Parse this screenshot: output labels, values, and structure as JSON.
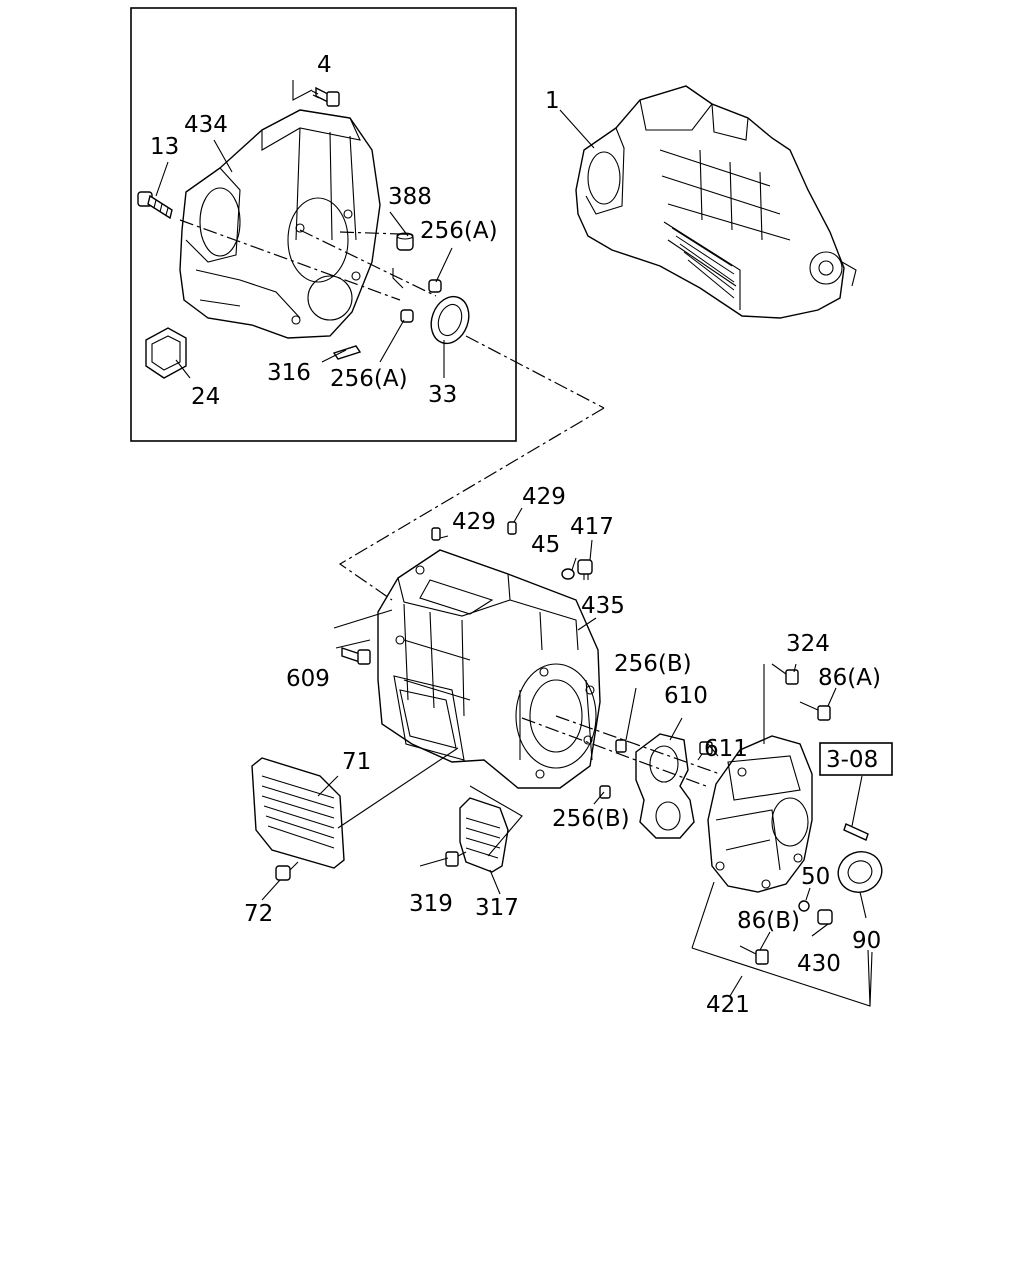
{
  "callouts": {
    "c4": "4",
    "c434": "434",
    "c13": "13",
    "c388": "388",
    "c256a_top": "256(A)",
    "c316": "316",
    "c256a_bot": "256(A)",
    "c24": "24",
    "c33": "33",
    "c1": "1",
    "c429_top": "429",
    "c429_mid": "429",
    "c417": "417",
    "c45": "45",
    "c435": "435",
    "c609": "609",
    "c256b_top": "256(B)",
    "c610": "610",
    "c324": "324",
    "c86a": "86(A)",
    "c611": "611",
    "c308": "3-08",
    "c71": "71",
    "c256b_bot": "256(B)",
    "c50": "50",
    "c90": "90",
    "c72": "72",
    "c319": "319",
    "c317": "317",
    "c86b": "86(B)",
    "c430": "430",
    "c421": "421"
  }
}
